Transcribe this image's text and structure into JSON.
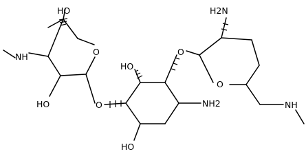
{
  "labels": {
    "ho_top": "HO",
    "nh_left": "NH",
    "o_ring_left": "O",
    "ho_mid_left": "HO",
    "o_link_left": "O",
    "ho_top_center": "HO",
    "o_link_right": "O",
    "nh2_right": "NH2",
    "ho_bottom": "HO",
    "h2n_top_right": "H2N",
    "o_ring_right": "O",
    "nh_far_right": "NH"
  }
}
